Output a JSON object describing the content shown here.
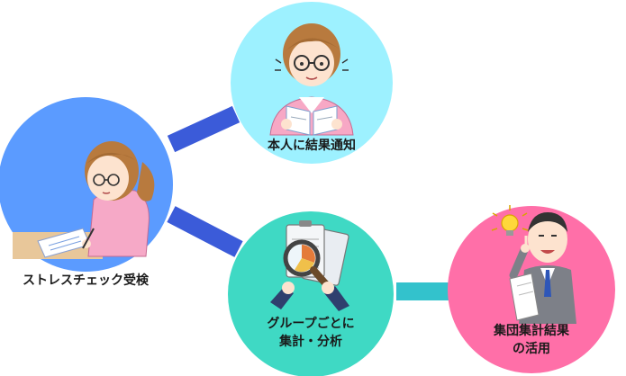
{
  "colors": {
    "node_stress_check": "#5b9bff",
    "node_notify": "#9df1ff",
    "node_group": "#3fd9c4",
    "node_utilize": "#ff6fa8",
    "connector_blue": "#3b5bd9",
    "connector_teal": "#33c2cc"
  },
  "nodes": {
    "stress_check": {
      "label": "ストレスチェック受検",
      "icon": "woman-at-desk-writing-icon"
    },
    "notify": {
      "label": "本人に結果通知",
      "icon": "woman-reading-report-icon"
    },
    "group": {
      "label_line1": "グループごとに",
      "label_line2": "集計・分析",
      "icon": "magnifier-clipboard-icon"
    },
    "utilize": {
      "label_line1": "集団集計結果",
      "label_line2": "の活用",
      "icon": "businessman-idea-icon"
    }
  }
}
